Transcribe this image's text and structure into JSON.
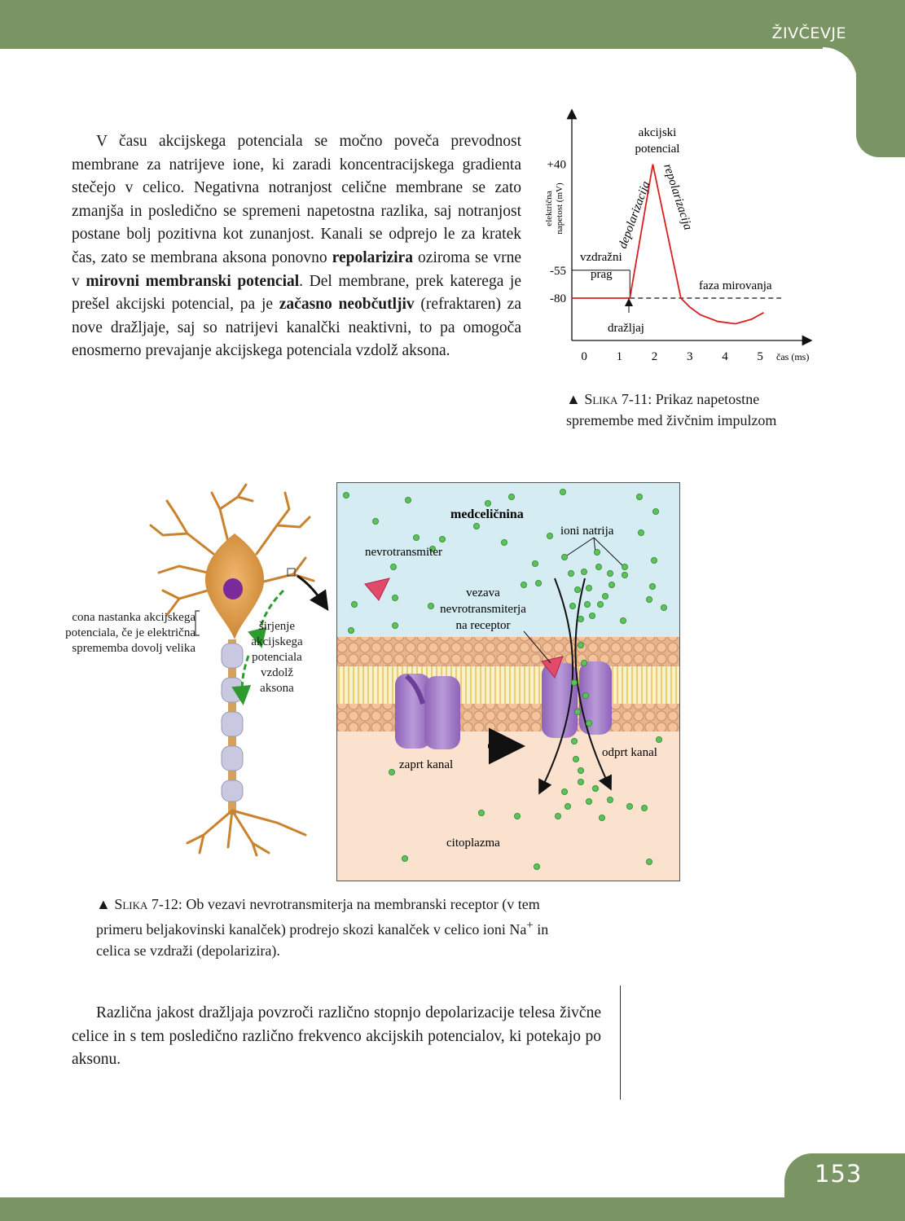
{
  "header": {
    "section_title": "ŽIVČEVJE"
  },
  "page_number": "153",
  "paragraph1": {
    "intro": "V času akcijskega potenciala se močno poveča prevodnost membrane za natrijeve ione, ki zaradi koncentracijskega gradienta stečejo v celico. Negativna notranjost celične membrane se zato zmanjša in posledično se spremeni napetostna razlika, saj notranjost postane bolj pozitivna kot zunanjost. Kanali se odprejo le za kratek čas, zato se membrana aksona ponovno ",
    "bold1": "repolarizira",
    "mid1": " oziroma se vrne v ",
    "bold2": "mirovni membranski potencial",
    "mid2": ". Del membrane, prek katerega je prešel akcijski potencial, pa je ",
    "bold3": "začasno neobčutljiv",
    "end": " (refraktaren) za nove dražljaje, saj so natrijevi kanalčki neaktivni, to pa omogoča enosmerno prevajanje akcijskega potenciala vzdolž aksona."
  },
  "figure_7_11": {
    "caption_marker": "▲ ",
    "caption_label": "Slika",
    "caption_number": " 7-11: Prikaz napetostne",
    "caption_line2": "spremembe med živčnim impulzom"
  },
  "chart_data": {
    "type": "line",
    "title": "",
    "xlabel": "čas (ms)",
    "ylabel": "električna napetost (mV)",
    "ylabel_line1": "električna",
    "ylabel_line2": "napetost (mV)",
    "x_ticks": [
      "0",
      "1",
      "2",
      "3",
      "4",
      "5"
    ],
    "y_ticks": [
      "+40",
      "-55",
      "-80"
    ],
    "xlim": [
      -0.35,
      6.2
    ],
    "ylim": [
      -118,
      88
    ],
    "threshold": -55,
    "series": [
      {
        "x": [
          -0.35,
          1.3,
          1.95,
          2.75,
          3.0,
          3.3,
          3.8,
          4.3,
          4.75,
          5.1
        ],
        "y": [
          -80,
          -80,
          40,
          -80,
          -88,
          -95,
          -101,
          -103,
          -99,
          -93
        ]
      }
    ],
    "resting_baseline": {
      "x": [
        1.3,
        5.6
      ],
      "y": -80
    },
    "annotations": {
      "peak": [
        "akcijski",
        "potencial"
      ],
      "depolarization": "depolarizacija",
      "repolarization": "repolarizacija",
      "threshold": [
        "vzdražni",
        "prag"
      ],
      "resting": "faza mirovanja",
      "stimulus": "dražljaj"
    }
  },
  "figure_7_12": {
    "labels": {
      "extracellular": "medceličnina",
      "neurotransmitter": "nevrotransmiter",
      "sodium_ions": "ioni natrija",
      "binding": [
        "vezava",
        "nevrotransmiterja",
        "na receptor"
      ],
      "closed_channel": "zaprt kanal",
      "open_channel": "odprt kanal",
      "cytoplasm": "citoplazma",
      "zone": [
        "cona nastanka akcijskega",
        "potenciala, če je električna",
        "sprememba dovolj velika"
      ],
      "propagation": [
        "širjenje",
        "akcijskega",
        "potenciala",
        "vzdolž",
        "aksona"
      ]
    },
    "caption_marker": "▲ ",
    "caption_label": "Slika",
    "caption_number": " 7-12: Ob vezavi nevrotransmiterja na membranski receptor (v tem",
    "caption_line2_a": "primeru beljakovinski kanalček) prodrejo skozi kanalček v celico ioni Na",
    "caption_line2_sup": "+",
    "caption_line2_b": " in",
    "caption_line3": "celica se vzdraži (depolarizira)."
  },
  "paragraph2": "Različna jakost dražljaja povzroči različno stopnjo depolarizacije telesa živčne celice in s tem posledično različno frekvenco akcijskih potencialov, ki potekajo po aksonu.",
  "colors": {
    "accent_green": "#7a9463",
    "curve_red": "#d82020",
    "ion_green": "#5cc05c"
  }
}
